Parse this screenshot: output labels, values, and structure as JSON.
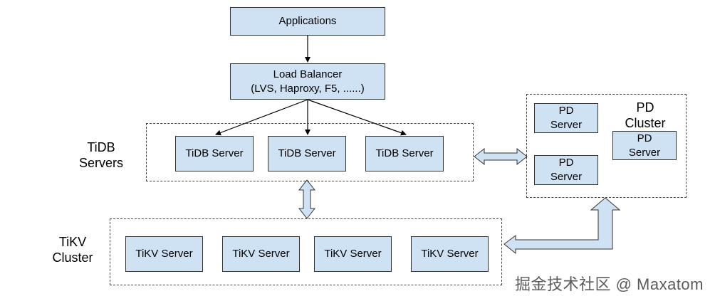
{
  "applications": "Applications",
  "load_balancer": {
    "title": "Load Balancer",
    "subtitle": "(LVS, Haproxy, F5, ......)"
  },
  "tidb": {
    "label": "TiDB\nServers",
    "servers": [
      "TiDB Server",
      "TiDB Server",
      "TiDB Server"
    ]
  },
  "pd": {
    "label": "PD\nCluster",
    "servers": [
      "PD\nServer",
      "PD\nServer",
      "PD\nServer"
    ]
  },
  "tikv": {
    "label": "TiKV\nCluster",
    "servers": [
      "TiKV Server",
      "TiKV Server",
      "TiKV Server",
      "TiKV Server"
    ]
  },
  "watermark": "掘金技术社区 @ Maxatom"
}
